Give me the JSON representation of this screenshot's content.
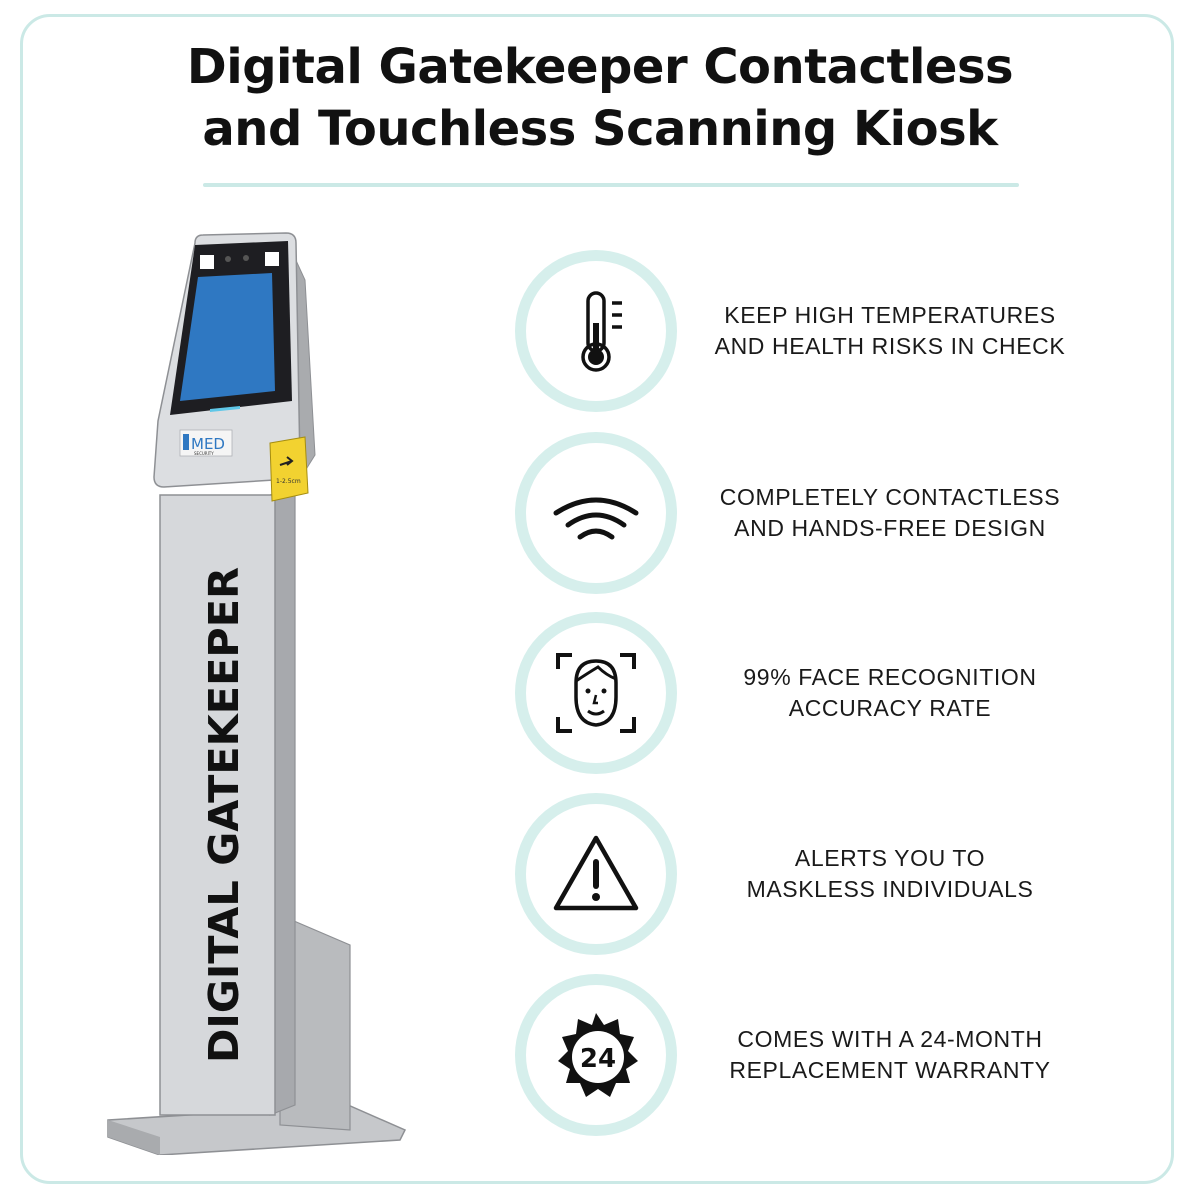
{
  "header": {
    "title_line1": "Digital Gatekeeper Contactless",
    "title_line2": "and Touchless Scanning Kiosk"
  },
  "kiosk": {
    "pole_text": "DIGITAL GATEKEEPER",
    "logo_text": "MED",
    "logo_subtext": "SECURITY",
    "sensor_label": "1-2.5cm"
  },
  "features": [
    {
      "icon": "thermometer-icon",
      "line1": "KEEP HIGH TEMPERATURES",
      "line2": "AND HEALTH RISKS IN CHECK"
    },
    {
      "icon": "wireless-icon",
      "line1": "COMPLETELY CONTACTLESS",
      "line2": "AND HANDS-FREE DESIGN"
    },
    {
      "icon": "face-scan-icon",
      "line1": "99% FACE RECOGNITION",
      "line2": "ACCURACY RATE"
    },
    {
      "icon": "warning-icon",
      "line1": "ALERTS YOU TO",
      "line2": "MASKLESS INDIVIDUALS"
    },
    {
      "icon": "warranty-badge-icon",
      "badge_number": "24",
      "line1": "COMES WITH A 24-MONTH",
      "line2": "REPLACEMENT WARRANTY"
    }
  ],
  "colors": {
    "accent": "#cbe9e6",
    "ring": "#d6efec",
    "text": "#111111",
    "screen": "#2f78c2",
    "kiosk_body": "#cfd1d4",
    "sensor": "#f2d230"
  }
}
